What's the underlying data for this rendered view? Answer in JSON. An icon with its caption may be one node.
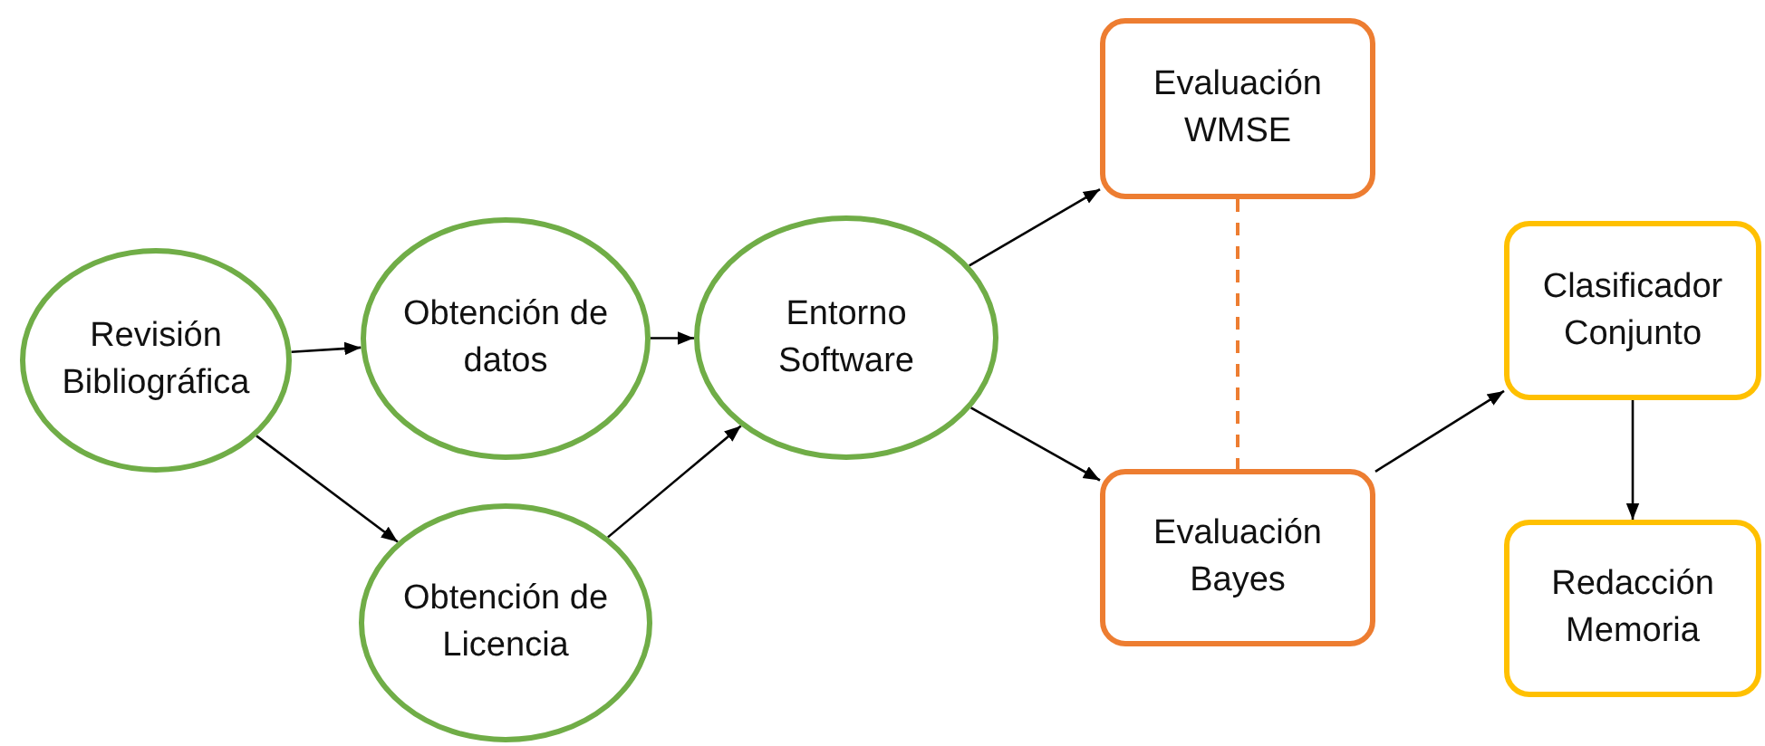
{
  "diagram": {
    "nodes": [
      {
        "text": [
          "Revisión Bibliográfica"
        ]
      },
      {
        "text": [
          "Obtención de datos"
        ]
      },
      {
        "text": [
          "Obtención de Licencia"
        ]
      },
      {
        "text": [
          "Entorno Software"
        ]
      },
      {
        "text": [
          "Evaluación WMSE"
        ]
      },
      {
        "text": [
          "Evaluación Bayes"
        ]
      },
      {
        "text": [
          "Clasificador Conjunto"
        ]
      },
      {
        "text": [
          "Redacción Memoria"
        ]
      }
    ],
    "edges": [
      {
        "from": 0,
        "to": 1,
        "arrow": "to"
      },
      {
        "from": 1,
        "to": 3,
        "arrow": "to"
      },
      {
        "from": 0,
        "to": 2,
        "arrow": "to"
      },
      {
        "from": 2,
        "to": 3,
        "arrow": "to"
      },
      {
        "from": 3,
        "to": 4,
        "arrow": "to"
      },
      {
        "from": 3,
        "to": 5,
        "arrow": "to"
      },
      {
        "from": 4,
        "to": 5,
        "arrow": "none",
        "style": "dashed",
        "color": "#ed7d31"
      },
      {
        "from": 5,
        "to": 6,
        "arrow": "to"
      },
      {
        "from": 6,
        "to": 7,
        "arrow": "to"
      }
    ]
  }
}
